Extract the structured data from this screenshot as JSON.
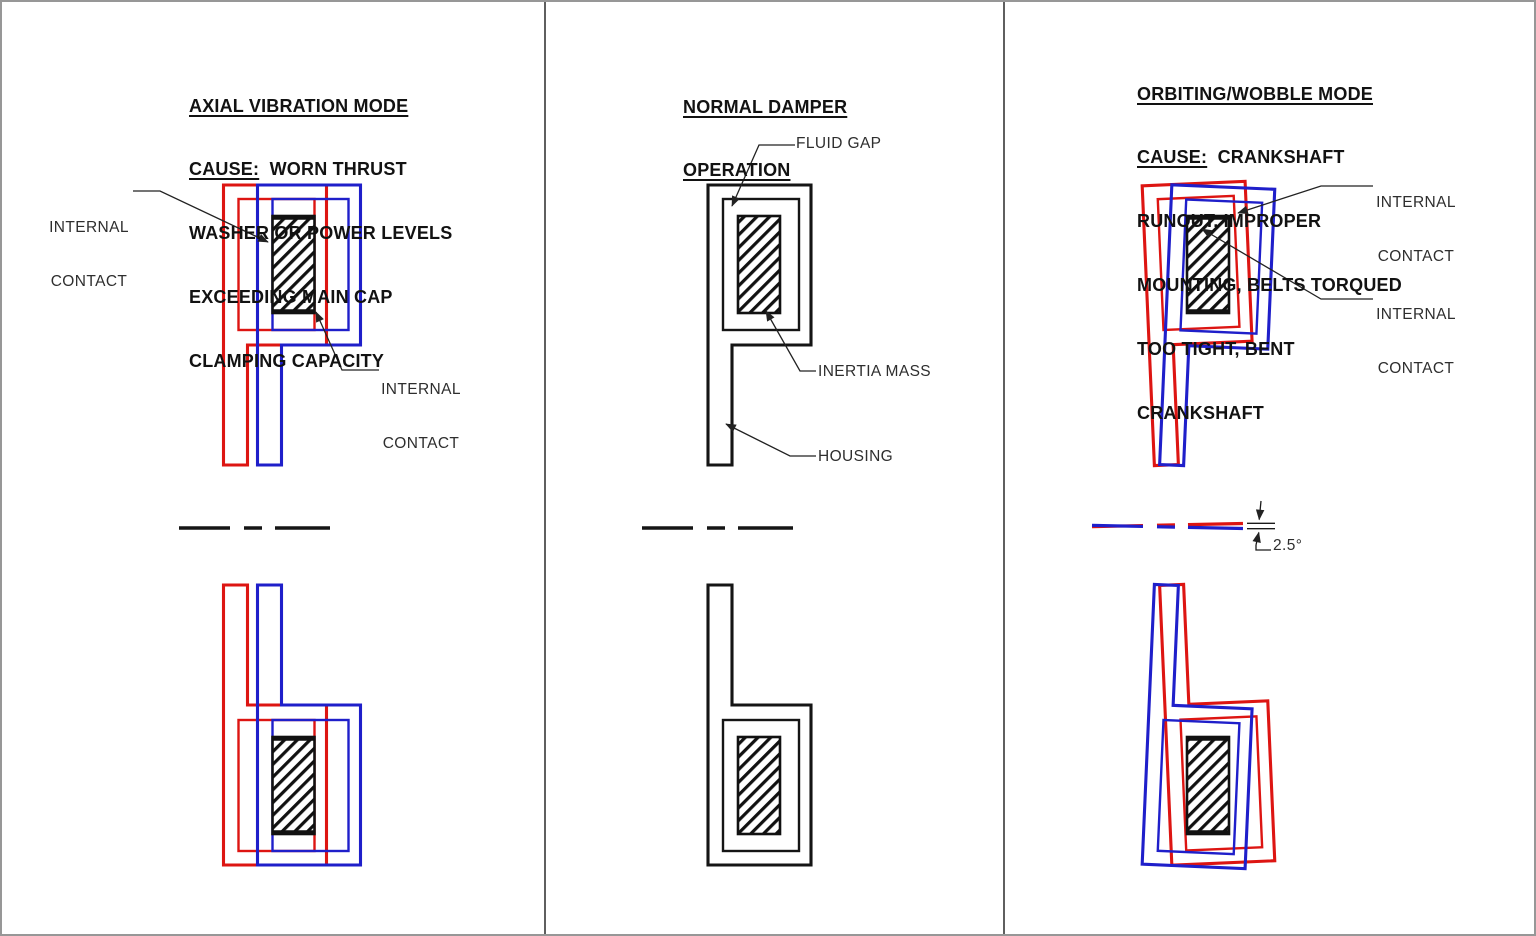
{
  "colors": {
    "red": "#dd1512",
    "blue": "#1f1fca",
    "ink": "#151515",
    "label_ink": "#2e2e2e"
  },
  "panels": {
    "left": {
      "title": {
        "line1": "AXIAL VIBRATION MODE",
        "cause_label": "CAUSE:",
        "cause_rest": "  WORN THRUST",
        "line3": "WASHER OR POWER LEVELS",
        "line4": "EXCEEDING MAIN CAP",
        "line5": "CLAMPING CAPACITY"
      },
      "labels": {
        "internal_contact_top": {
          "line1": "INTERNAL",
          "line2": "CONTACT"
        },
        "internal_contact_bottom": {
          "line1": "INTERNAL",
          "line2": "CONTACT"
        }
      }
    },
    "middle": {
      "title": {
        "line1": "NORMAL DAMPER",
        "line2": "OPERATION"
      },
      "labels": {
        "fluid_gap": "FLUID GAP",
        "inertia_mass": "INERTIA MASS",
        "housing": "HOUSING"
      }
    },
    "right": {
      "title": {
        "line1": "ORBITING/WOBBLE MODE",
        "cause_label": "CAUSE:",
        "cause_rest": "  CRANKSHAFT",
        "line3": "RUNOUT, IMPROPER",
        "line4": "MOUNTING, BELTS TORQUED",
        "line5": "TOO TIGHT, BENT",
        "line6": "CRANKSHAFT"
      },
      "labels": {
        "internal_contact_top": {
          "line1": "INTERNAL",
          "line2": "CONTACT"
        },
        "internal_contact_bottom": {
          "line1": "INTERNAL",
          "line2": "CONTACT"
        }
      },
      "angle_label": "2.5°"
    }
  }
}
